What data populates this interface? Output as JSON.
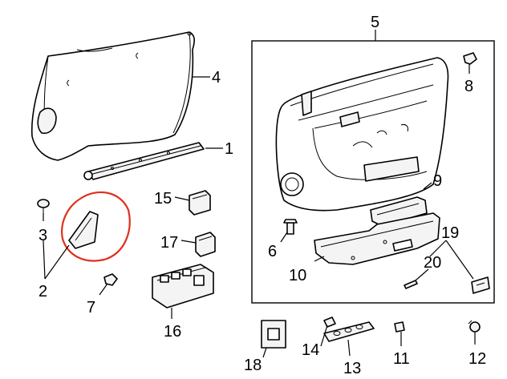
{
  "diagram": {
    "callouts": [
      {
        "id": "c1",
        "text": "1"
      },
      {
        "id": "c2",
        "text": "2"
      },
      {
        "id": "c3",
        "text": "3"
      },
      {
        "id": "c4",
        "text": "4"
      },
      {
        "id": "c5",
        "text": "5"
      },
      {
        "id": "c6",
        "text": "6"
      },
      {
        "id": "c7",
        "text": "7"
      },
      {
        "id": "c8",
        "text": "8"
      },
      {
        "id": "c9",
        "text": "9"
      },
      {
        "id": "c10",
        "text": "10"
      },
      {
        "id": "c11",
        "text": "11"
      },
      {
        "id": "c12",
        "text": "12"
      },
      {
        "id": "c13",
        "text": "13"
      },
      {
        "id": "c14",
        "text": "14"
      },
      {
        "id": "c15",
        "text": "15"
      },
      {
        "id": "c16",
        "text": "16"
      },
      {
        "id": "c17",
        "text": "17"
      },
      {
        "id": "c18",
        "text": "18"
      },
      {
        "id": "c19",
        "text": "19"
      },
      {
        "id": "c20",
        "text": "20"
      }
    ],
    "highlight_color": "#e0301e",
    "line_color": "#000000"
  }
}
